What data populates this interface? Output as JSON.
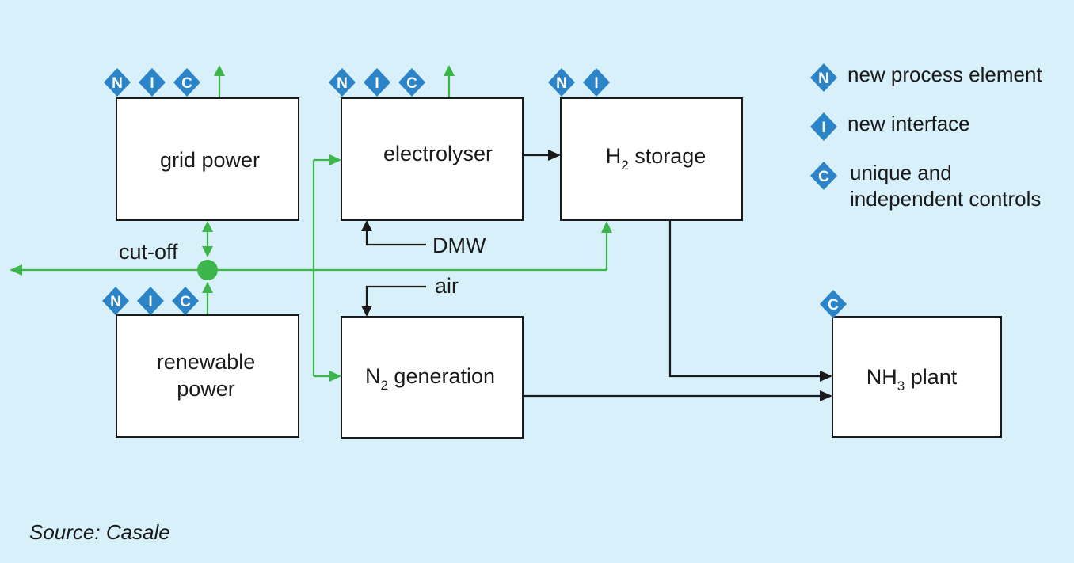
{
  "boxes": {
    "grid_power": "grid power",
    "renewable_power_line1": "renewable",
    "renewable_power_line2": "power",
    "electrolyser": "electrolyser",
    "h2_storage_pre": "H",
    "h2_storage_sub": "2",
    "h2_storage_post": " storage",
    "n2_generation_pre": "N",
    "n2_generation_sub": "2",
    "n2_generation_post": " generation",
    "nh3_plant_pre": "NH",
    "nh3_plant_sub": "3",
    "nh3_plant_post": " plant"
  },
  "labels": {
    "cut_off": "cut-off",
    "dmw": "DMW",
    "air": "air"
  },
  "badges": {
    "n": "N",
    "i": "I",
    "c": "C"
  },
  "legend": {
    "n_text": "new process element",
    "i_text": "new interface",
    "c_text_line1": "unique and",
    "c_text_line2": "independent controls"
  },
  "source": "Source: Casale",
  "colors": {
    "background": "#d8f0f9",
    "badge": "#2b83c8",
    "power_line": "#3cb54a",
    "process_line": "#1a1a1a"
  }
}
